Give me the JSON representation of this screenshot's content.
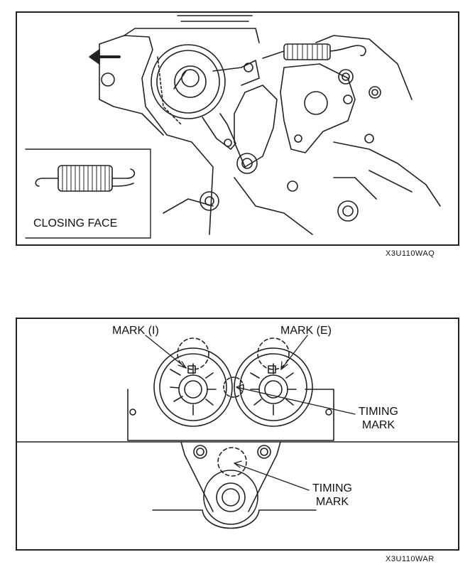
{
  "figures": [
    {
      "code": "X3U110WAQ",
      "inset_label": "CLOSING FACE"
    },
    {
      "code": "X3U110WAR",
      "labels": {
        "mark_intake": "MARK (I)",
        "mark_exhaust": "MARK (E)",
        "timing_mark_1": [
          "TIMING",
          "MARK"
        ],
        "timing_mark_2": [
          "TIMING",
          "MARK"
        ]
      }
    }
  ],
  "colors": {
    "line": "#222222",
    "background": "#ffffff"
  }
}
